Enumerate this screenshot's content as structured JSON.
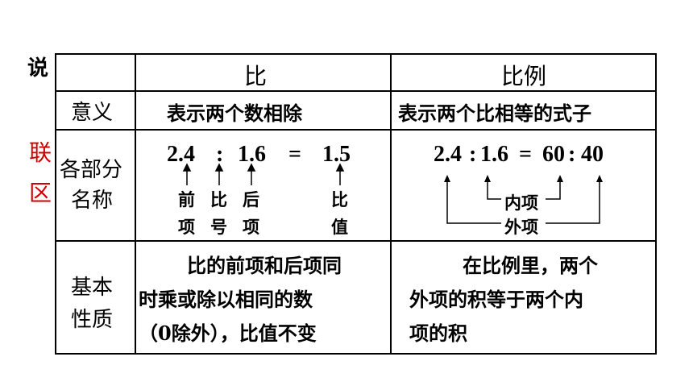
{
  "side_labels": {
    "top": "说",
    "mid": "联",
    "bottom": "区"
  },
  "header": {
    "col1": "比",
    "col2": "比例"
  },
  "rows": {
    "meaning": {
      "label": "意义",
      "ratio": "表示两个数相除",
      "proportion": "表示两个比相等的式子"
    },
    "parts": {
      "label_line1": "各部分",
      "label_line2": "名称",
      "ratio": {
        "front": "2.4",
        "sign": ":",
        "back": "1.6",
        "eq": "=",
        "value": "1.5",
        "front_label": [
          "前",
          "项"
        ],
        "sign_label": [
          "比",
          "号"
        ],
        "back_label": [
          "后",
          "项"
        ],
        "value_label": [
          "比",
          "值"
        ]
      },
      "proportion": {
        "expression": [
          "2.4",
          ":",
          "1.6",
          "=",
          "60",
          ":",
          "40"
        ],
        "inner_label": "内项",
        "outer_label": "外项"
      }
    },
    "property": {
      "label_line1": "基本",
      "label_line2": "性质",
      "ratio_lines": [
        "比的前项和后项同",
        "时乘或除以相同的数",
        "（0除外），比值不变"
      ],
      "proportion_lines": [
        "在比例里，两个",
        "外项的积等于两个内",
        "项的积"
      ]
    }
  },
  "colors": {
    "side_red": "#cc0000",
    "line": "#000000"
  }
}
